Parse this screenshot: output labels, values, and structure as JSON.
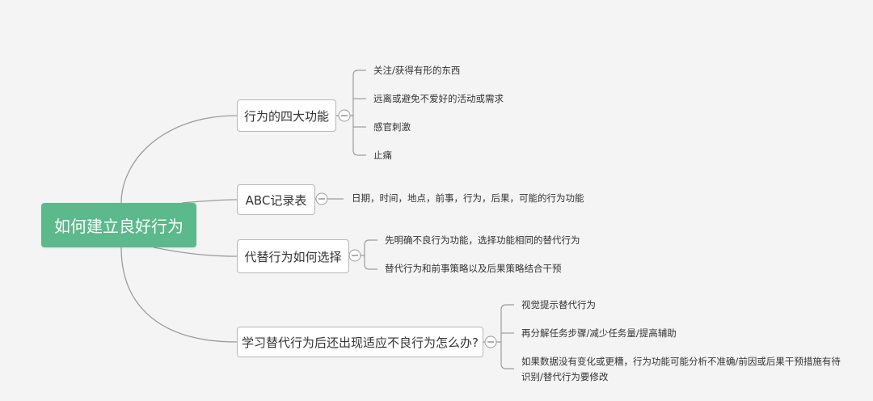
{
  "root": {
    "label": "如何建立良好行为"
  },
  "branches": [
    {
      "label": "行为的四大功能",
      "children": [
        "关注/获得有形的东西",
        "远离或避免不爱好的活动或需求",
        "感官刺激",
        "止痛"
      ]
    },
    {
      "label": "ABC记录表",
      "children": [
        "日期，时间，地点，前事，行为，后果，可能的行为功能"
      ]
    },
    {
      "label": "代替行为如何选择",
      "children": [
        "先明确不良行为功能，选择功能相同的替代行为",
        "替代行为和前事策略以及后果策略结合干预"
      ]
    },
    {
      "label": "学习替代行为后还出现适应不良行为怎么办?",
      "children": [
        "视觉提示替代行为",
        "再分解任务步骤/减少任务量/提高辅助",
        "如果数据没有变化或更糟，行为功能可能分析不准确/前因或后果干预措施有待识别/替代行为要修改"
      ]
    }
  ],
  "colors": {
    "root_fill": "#5bb98b",
    "connector": "#9c9c9c",
    "background": "#f4f4f4"
  }
}
